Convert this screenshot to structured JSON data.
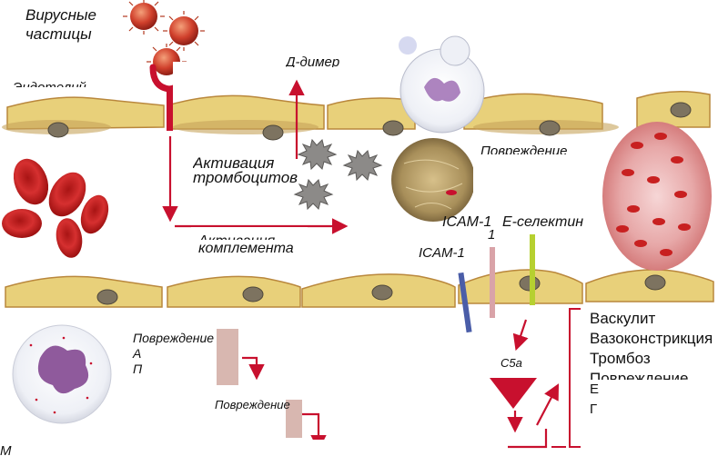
{
  "labels": {
    "viral_particles_line1": "Вирусные",
    "viral_particles_line2": "частицы",
    "endothelium": "Эндотелий",
    "dimer_fragment": "Д-димер",
    "activation_line1": "Активация",
    "activation_line2": "тромбоцитов",
    "complement_line1": "Активация",
    "complement_line2": "комплемента",
    "damage_top": "Повреждение",
    "icam1_top": "ICAM-1",
    "e_selectin": "E-селектин",
    "icam1_bottom": "ICAM-1",
    "marker_1": "1",
    "c5a": "C5a",
    "stair_1_line1": "Повреждение",
    "stair_1_line2": "А",
    "stair_1_line3": "П",
    "stair_2": "Повреждение",
    "outcome_1": "Васкулит",
    "outcome_2": "Вазоконстрикция",
    "outcome_3": "Тромбоз",
    "outcome_4": "Повреждение",
    "outcome_5": "Е",
    "outcome_6": "Г",
    "bottom_left": "М"
  },
  "colors": {
    "arrow_red": "#c8102e",
    "cell_fill": "#e8d07a",
    "cell_top": "#f3e3a0",
    "cell_edge": "#b9873c",
    "nucleus": "#7d7360",
    "stair_fill": "#d8b7b0"
  },
  "icons": [
    "virus-icon",
    "receptor-icon",
    "platelet-icon",
    "red-blood-cell-icon",
    "neutrophil-icon",
    "fibrin-clot-icon",
    "thrombus-icon"
  ]
}
